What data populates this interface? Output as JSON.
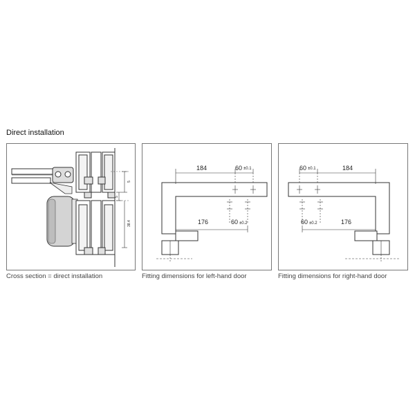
{
  "heading": "Direct installation",
  "panels": [
    {
      "caption": "Cross section = direct installation",
      "labels": {
        "v1": "5",
        "v2": "5",
        "v3": "38.4"
      }
    },
    {
      "caption": "Fitting dimensions for left-hand door",
      "dims": {
        "top_long": "184",
        "top_short": "60",
        "top_tol": "±0.1",
        "bottom_long": "176",
        "bottom_short": "60",
        "bottom_tol": "±0.2"
      }
    },
    {
      "caption": "Fitting dimensions for right-hand door",
      "dims": {
        "top_long": "184",
        "top_short": "60",
        "top_tol": "±0.1",
        "bottom_long": "176",
        "bottom_short": "60",
        "bottom_tol": "±0.2"
      }
    }
  ]
}
